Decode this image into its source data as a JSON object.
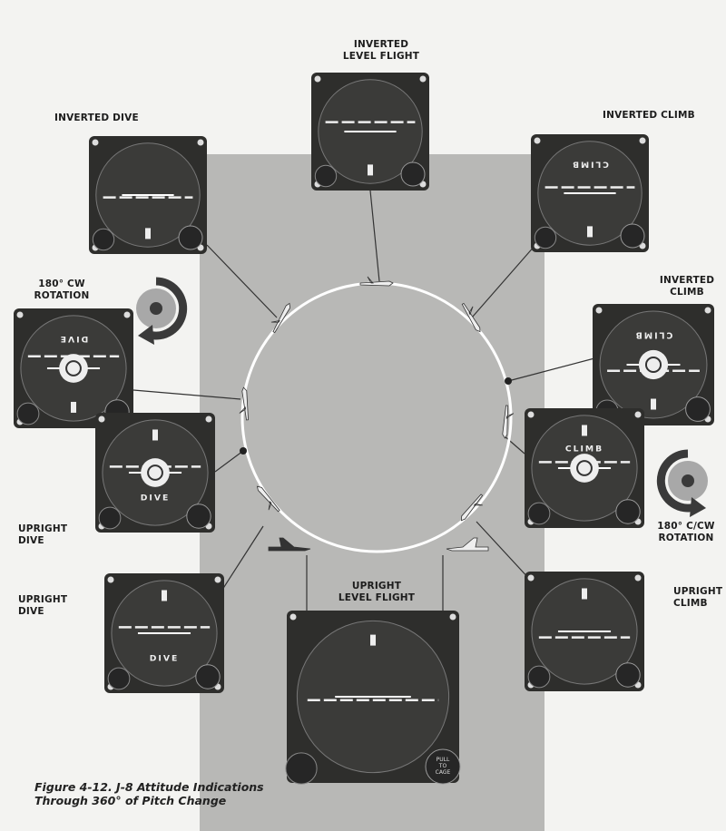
{
  "labels": {
    "inverted_level": [
      "INVERTED",
      "LEVEL FLIGHT"
    ],
    "inverted_dive": "INVERTED DIVE",
    "inverted_climb_top": "INVERTED CLIMB",
    "cw_rotation": [
      "180° CW",
      "ROTATION"
    ],
    "inverted_climb_right": [
      "INVERTED",
      "CLIMB"
    ],
    "ccw_rotation": [
      "180° C/CW",
      "ROTATION"
    ],
    "upright_dive_1": [
      "UPRIGHT",
      "DIVE"
    ],
    "upright_dive_2": [
      "UPRIGHT",
      "DIVE"
    ],
    "upright_level": [
      "UPRIGHT",
      "LEVEL FLIGHT"
    ],
    "upright_climb": [
      "UPRIGHT",
      "CLIMB"
    ]
  },
  "dial_text": {
    "climb": "CLIMB",
    "dive": "DIVE",
    "cage": [
      "PULL",
      "TO",
      "CAGE"
    ]
  },
  "caption": [
    "Figure 4-12.   J-8 Attitude Indications",
    "Through 360° of Pitch Change"
  ],
  "colors": {
    "panel": "#b8b8b6",
    "instrument": "#2e2e2c",
    "arrow": "#3a3a3a",
    "arrow_light": "#a8a8a8"
  }
}
